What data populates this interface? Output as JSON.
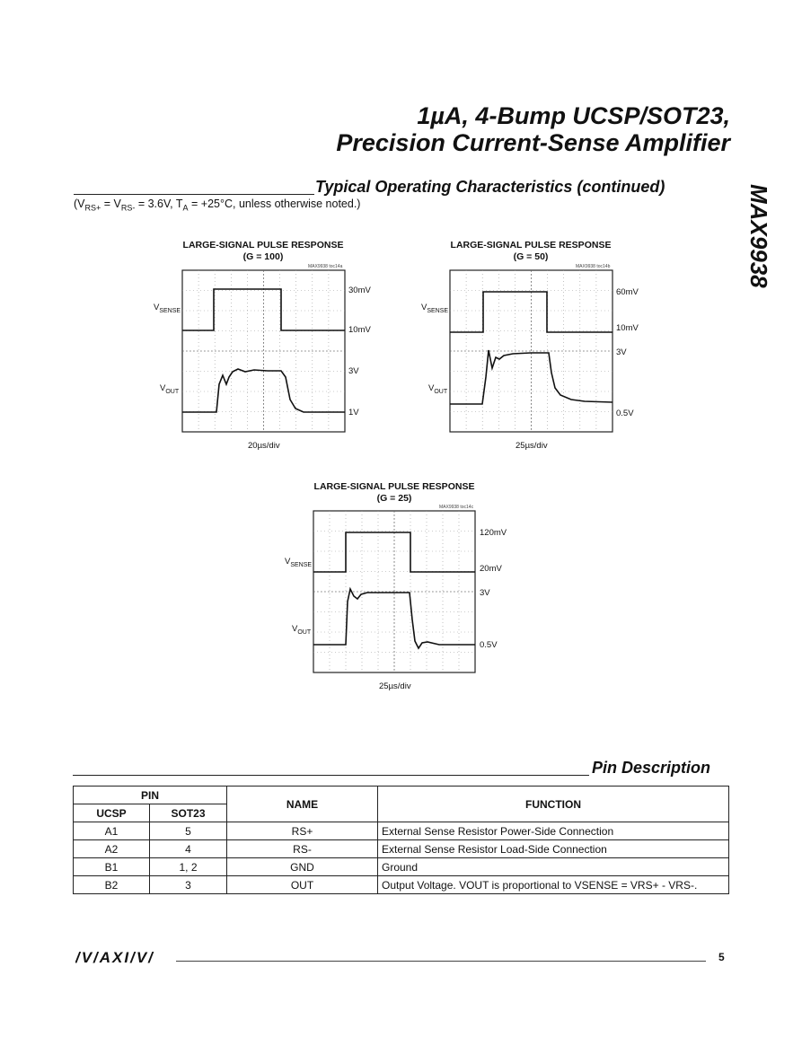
{
  "header": {
    "title_line1": "1µA, 4-Bump UCSP/SOT23,",
    "title_line2": "Precision Current-Sense Amplifier",
    "side_part_number": "MAX9938"
  },
  "toc": {
    "section_title": "Typical Operating Characteristics (continued)",
    "conditions": "(VRS+ = VRS- = 3.6V, TA = +25°C, unless otherwise noted.)"
  },
  "plots": [
    {
      "title": "LARGE-SIGNAL PULSE RESPONSE",
      "subtitle": "(G = 100)",
      "plot_id": "MAX9938 toc14a",
      "ylabel_top": "V",
      "ylabel_top_sub": "SENSE",
      "ylabel_bottom": "V",
      "ylabel_bottom_sub": "OUT",
      "right_labels": [
        "30mV",
        "10mV",
        "3V",
        "1V"
      ],
      "xlabel": "20µs/div"
    },
    {
      "title": "LARGE-SIGNAL PULSE RESPONSE",
      "subtitle": "(G = 50)",
      "plot_id": "MAX9938 toc14b",
      "ylabel_top": "V",
      "ylabel_top_sub": "SENSE",
      "ylabel_bottom": "V",
      "ylabel_bottom_sub": "OUT",
      "right_labels": [
        "60mV",
        "10mV",
        "3V",
        "0.5V"
      ],
      "xlabel": "25µs/div"
    },
    {
      "title": "LARGE-SIGNAL PULSE RESPONSE",
      "subtitle": "(G = 25)",
      "plot_id": "MAX9938 toc14c",
      "ylabel_top": "V",
      "ylabel_top_sub": "SENSE",
      "ylabel_bottom": "V",
      "ylabel_bottom_sub": "OUT",
      "right_labels": [
        "120mV",
        "20mV",
        "3V",
        "0.5V"
      ],
      "xlabel": "25µs/div"
    }
  ],
  "pin_description": {
    "section_title": "Pin Description",
    "headers": {
      "pin": "PIN",
      "ucsp": "UCSP",
      "sot23": "SOT23",
      "name": "NAME",
      "function": "FUNCTION"
    },
    "rows": [
      {
        "ucsp": "A1",
        "sot23": "5",
        "name": "RS+",
        "function": "External Sense Resistor Power-Side Connection"
      },
      {
        "ucsp": "A2",
        "sot23": "4",
        "name": "RS-",
        "function": "External Sense Resistor Load-Side Connection"
      },
      {
        "ucsp": "B1",
        "sot23": "1, 2",
        "name": "GND",
        "function": "Ground"
      },
      {
        "ucsp": "B2",
        "sot23": "3",
        "name": "OUT",
        "function": "Output Voltage. VOUT is proportional to VSENSE = VRS+ - VRS-."
      }
    ]
  },
  "footer": {
    "logo": "MAXIM",
    "page_number": "5"
  }
}
